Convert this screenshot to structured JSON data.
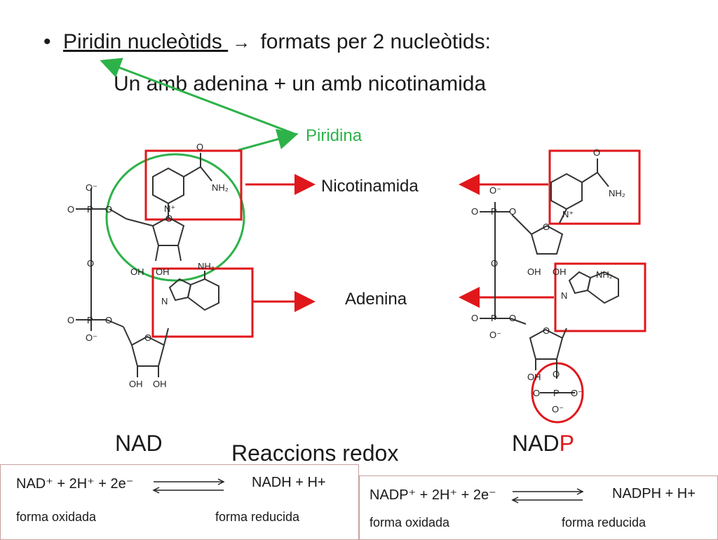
{
  "heading": {
    "bullet": "•",
    "term": "Piridin nucleòtids ",
    "arrow": "→",
    "rest": " formats per 2 nucleòtids:",
    "line2": "Un amb adenina + un amb nicotinamida"
  },
  "labels": {
    "piridina": "Piridina",
    "nicotinamida": "Nicotinamida",
    "adenina": "Adenina",
    "nad": "NAD",
    "nadp_prefix": "NAD",
    "nadp_suffix": "P",
    "reaccions": "Reaccions redox"
  },
  "molecule_text": {
    "o": "O",
    "o_minus": "O⁻",
    "p": "P",
    "n": "N",
    "n_plus": "N⁺",
    "nh2": "NH₂",
    "oh": "OH"
  },
  "equations": {
    "nad": {
      "reactant": "NAD⁺ + 2H⁺ + 2e⁻",
      "product": "NADH + H+",
      "left_sub": "forma oxidada",
      "right_sub": "forma reducida"
    },
    "nadp": {
      "reactant": "NADP⁺ + 2H⁺ + 2e⁻",
      "product": "NADPH + H+",
      "left_sub": "forma oxidada",
      "right_sub": "forma reducida"
    }
  },
  "colors": {
    "green": "#2db24a",
    "red": "#e0171b",
    "text": "#1a1a1a",
    "structure": "#333333",
    "box_border": "#c7a0a0"
  }
}
